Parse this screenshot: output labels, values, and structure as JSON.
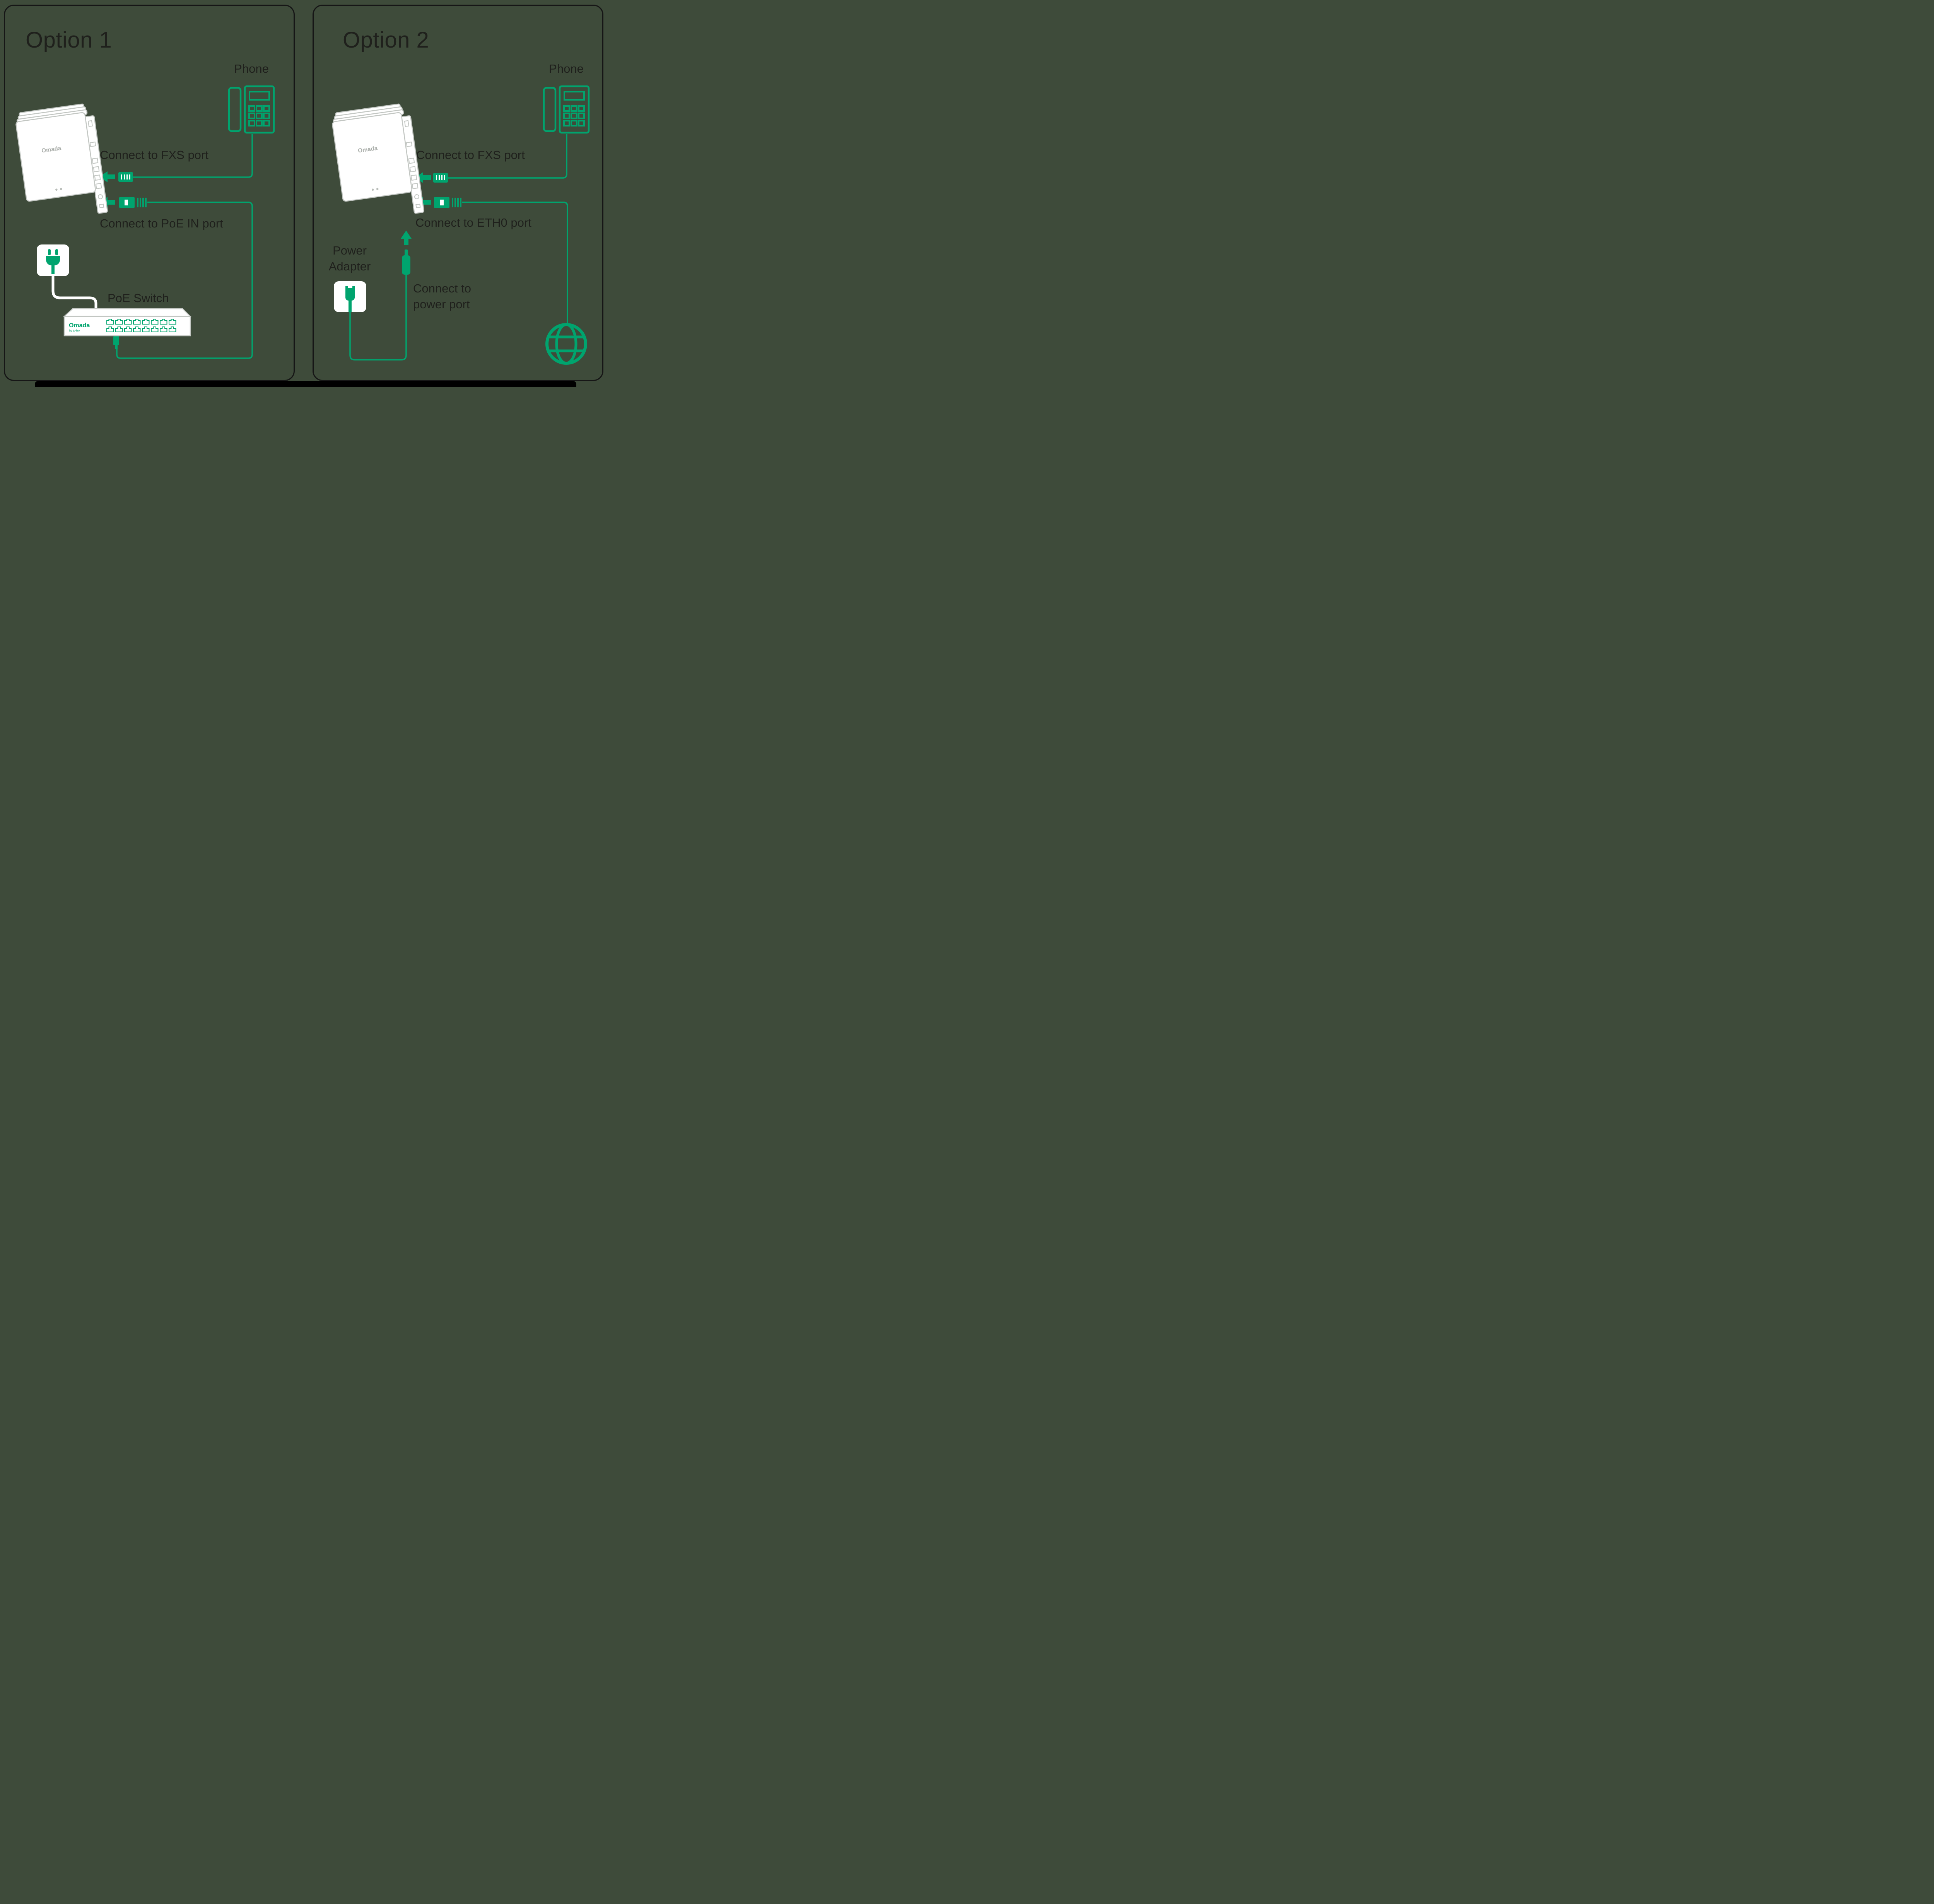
{
  "colors": {
    "background": "#3E4B3A",
    "panel_border": "#161616",
    "text_dark": "#1F201C",
    "accent_green": "#00A46E",
    "device_line": "#C2C6C2"
  },
  "option1": {
    "title": "Option 1",
    "phone_label": "Phone",
    "fxs_label": "Connect to FXS port",
    "poe_label": "Connect to PoE IN port",
    "switch_label": "PoE Switch",
    "device_brand": "Omada",
    "switch_brand": "Omada",
    "switch_brand_sub": "by tp-link"
  },
  "option2": {
    "title": "Option 2",
    "phone_label": "Phone",
    "fxs_label": "Connect to FXS port",
    "eth_label": "Connect to ETH0 port",
    "adapter_label": "Power\nAdapter",
    "power_port_label": "Connect to\npower port",
    "device_brand": "Omada"
  }
}
